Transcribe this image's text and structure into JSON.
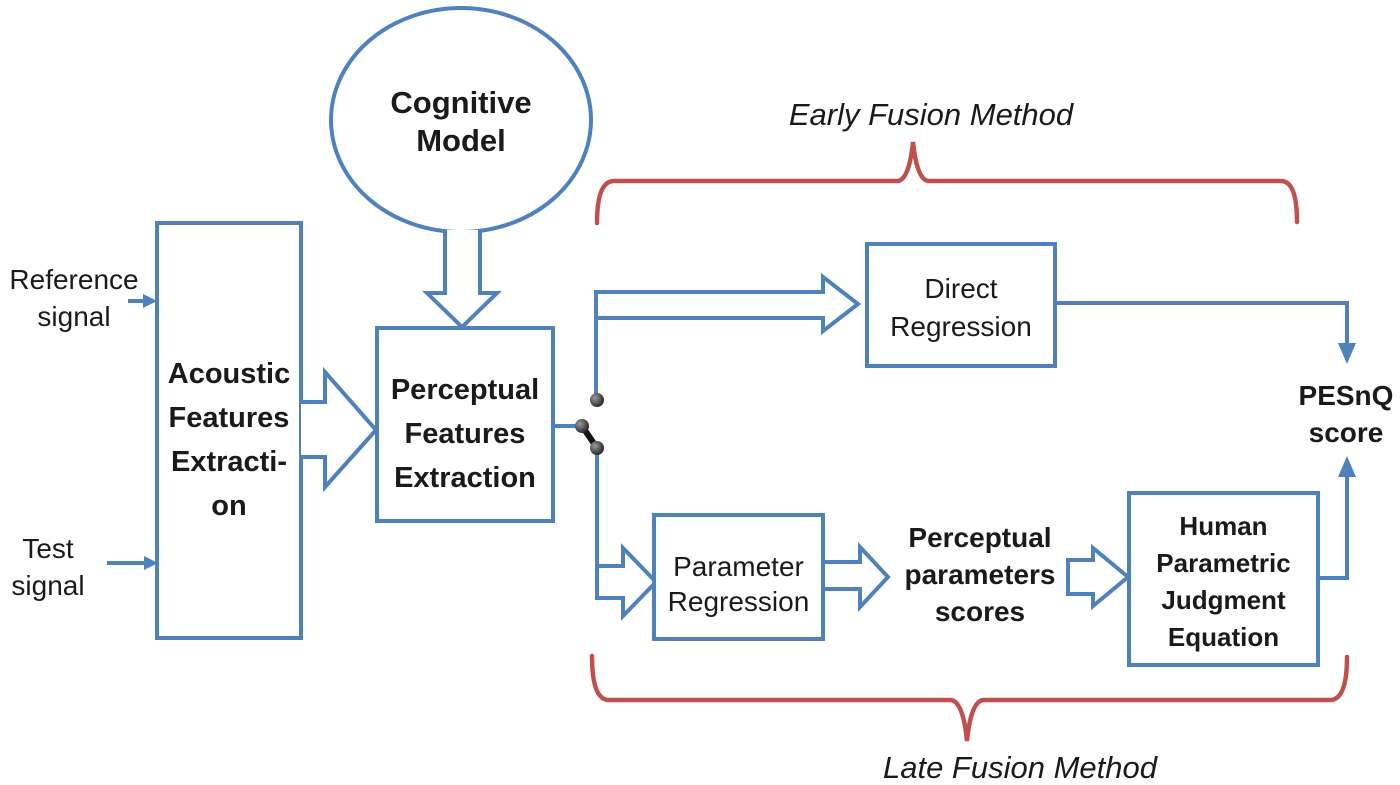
{
  "title": "PESnQ speech quality assessment block diagram",
  "colors": {
    "diagram_blue": "#4f81bd",
    "brace_red": "#c0504d",
    "text_black": "#1a1a1a"
  },
  "inputs": {
    "reference_label": "Reference\nsignal",
    "test_label": "Test\nsignal"
  },
  "nodes": {
    "cognitive_model": {
      "label": "Cognitive\nModel",
      "shape": "ellipse"
    },
    "acoustic_features": {
      "label": "Acoustic\nFeatures\nExtracti-\non",
      "shape": "rect"
    },
    "perceptual_features": {
      "label": "Perceptual\nFeatures\nExtraction",
      "shape": "rect"
    },
    "direct_regression": {
      "label": "Direct\nRegression",
      "shape": "rect"
    },
    "parameter_regression": {
      "label": "Parameter\nRegression",
      "shape": "rect"
    },
    "human_parametric": {
      "label": "Human\nParametric\nJudgment\nEquation",
      "shape": "rect"
    }
  },
  "outputs": {
    "perceptual_parameters_scores": "Perceptual\nparameters\nscores",
    "pesnq_score": "PESnQ\nscore"
  },
  "annotations": {
    "early_fusion": "Early Fusion Method",
    "late_fusion": "Late Fusion Method"
  }
}
